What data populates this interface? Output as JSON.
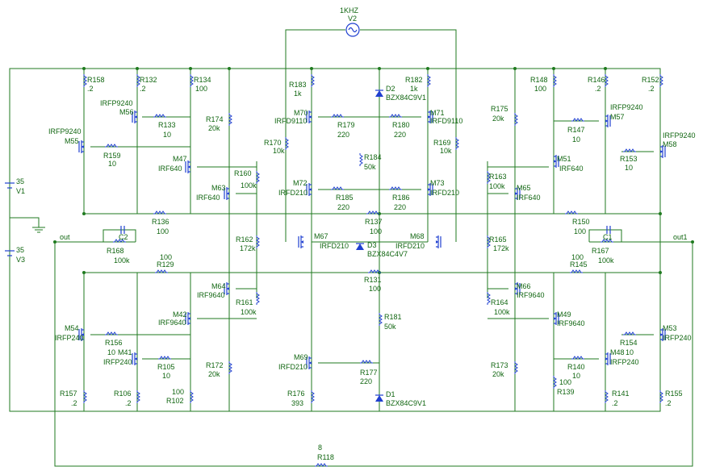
{
  "source": {
    "name": "V2",
    "freq": "1KHZ"
  },
  "supplies": [
    {
      "name": "V1",
      "value": "35"
    },
    {
      "name": "V3",
      "value": "35"
    }
  ],
  "nodes": {
    "out_left": "out",
    "out_right": "out1"
  },
  "resistors": [
    {
      "id": "R158",
      "value": ".2"
    },
    {
      "id": "R132",
      "value": ".2"
    },
    {
      "id": "R134",
      "value": "100"
    },
    {
      "id": "R133",
      "value": "10"
    },
    {
      "id": "R159",
      "value": "10"
    },
    {
      "id": "R174",
      "value": "20k"
    },
    {
      "id": "R183",
      "value": "1k"
    },
    {
      "id": "R179",
      "value": "220"
    },
    {
      "id": "R180",
      "value": "220"
    },
    {
      "id": "R182",
      "value": "1k"
    },
    {
      "id": "R170",
      "value": "10k"
    },
    {
      "id": "R169",
      "value": "10k"
    },
    {
      "id": "R184",
      "value": "50k"
    },
    {
      "id": "R160",
      "value": "100k"
    },
    {
      "id": "R185",
      "value": "220"
    },
    {
      "id": "R186",
      "value": "220"
    },
    {
      "id": "R175",
      "value": "20k"
    },
    {
      "id": "R148",
      "value": "100"
    },
    {
      "id": "R146",
      "value": ".2"
    },
    {
      "id": "R152",
      "value": ".2"
    },
    {
      "id": "R147",
      "value": "10"
    },
    {
      "id": "R153",
      "value": "10"
    },
    {
      "id": "R163",
      "value": "100k"
    },
    {
      "id": "R136",
      "value": "100"
    },
    {
      "id": "R137",
      "value": "100"
    },
    {
      "id": "R150",
      "value": "100"
    },
    {
      "id": "R168",
      "value": "100k"
    },
    {
      "id": "R162",
      "value": "172k"
    },
    {
      "id": "R165",
      "value": "172k"
    },
    {
      "id": "R167",
      "value": "100k"
    },
    {
      "id": "R129",
      "value": "100"
    },
    {
      "id": "R145",
      "value": "100"
    },
    {
      "id": "R131",
      "value": "100"
    },
    {
      "id": "R161",
      "value": "100k"
    },
    {
      "id": "R164",
      "value": "100k"
    },
    {
      "id": "R181",
      "value": "50k"
    },
    {
      "id": "R156",
      "value": "10"
    },
    {
      "id": "R105",
      "value": "10"
    },
    {
      "id": "R154",
      "value": "10"
    },
    {
      "id": "R140",
      "value": "10"
    },
    {
      "id": "R172",
      "value": "20k"
    },
    {
      "id": "R173",
      "value": "20k"
    },
    {
      "id": "R177",
      "value": "220"
    },
    {
      "id": "R176",
      "value": "393"
    },
    {
      "id": "R157",
      "value": ".2"
    },
    {
      "id": "R106",
      "value": ".2"
    },
    {
      "id": "R102",
      "value": "100"
    },
    {
      "id": "R139",
      "value": "100"
    },
    {
      "id": "R141",
      "value": ".2"
    },
    {
      "id": "R155",
      "value": ".2"
    },
    {
      "id": "R118",
      "value": "8"
    }
  ],
  "capacitors": [
    {
      "id": "C2",
      "value": ""
    },
    {
      "id": "C1",
      "value": ""
    }
  ],
  "transistors": [
    {
      "id": "M55",
      "type": "IRFP9240"
    },
    {
      "id": "M56",
      "type": "IRFP9240"
    },
    {
      "id": "M47",
      "type": "IRF640"
    },
    {
      "id": "M63",
      "type": "IRF640"
    },
    {
      "id": "M70",
      "type": "IRFD9110"
    },
    {
      "id": "M71",
      "type": "IRFD9110"
    },
    {
      "id": "M72",
      "type": "IRFD210"
    },
    {
      "id": "M73",
      "type": "IRFD210"
    },
    {
      "id": "M67",
      "type": "IRFD210"
    },
    {
      "id": "M68",
      "type": "IRFD210"
    },
    {
      "id": "M51",
      "type": "IRF640"
    },
    {
      "id": "M65",
      "type": "IRF640"
    },
    {
      "id": "M57",
      "type": "IRFP9240"
    },
    {
      "id": "M58",
      "type": "IRFP9240"
    },
    {
      "id": "M64",
      "type": "IRF9640"
    },
    {
      "id": "M42",
      "type": "IRF9640"
    },
    {
      "id": "M66",
      "type": "IRF9640"
    },
    {
      "id": "M49",
      "type": "IRF9640"
    },
    {
      "id": "M54",
      "type": "IRFP240"
    },
    {
      "id": "M41",
      "type": "IRFP240"
    },
    {
      "id": "M53",
      "type": "IRFP240"
    },
    {
      "id": "M48",
      "type": "IRFP240"
    },
    {
      "id": "M69",
      "type": "IRFD210"
    }
  ],
  "diodes": [
    {
      "id": "D2",
      "type": "BZX84C9V1"
    },
    {
      "id": "D3",
      "type": "BZX84C4V7"
    },
    {
      "id": "D1",
      "type": "BZX84C9V1"
    }
  ]
}
